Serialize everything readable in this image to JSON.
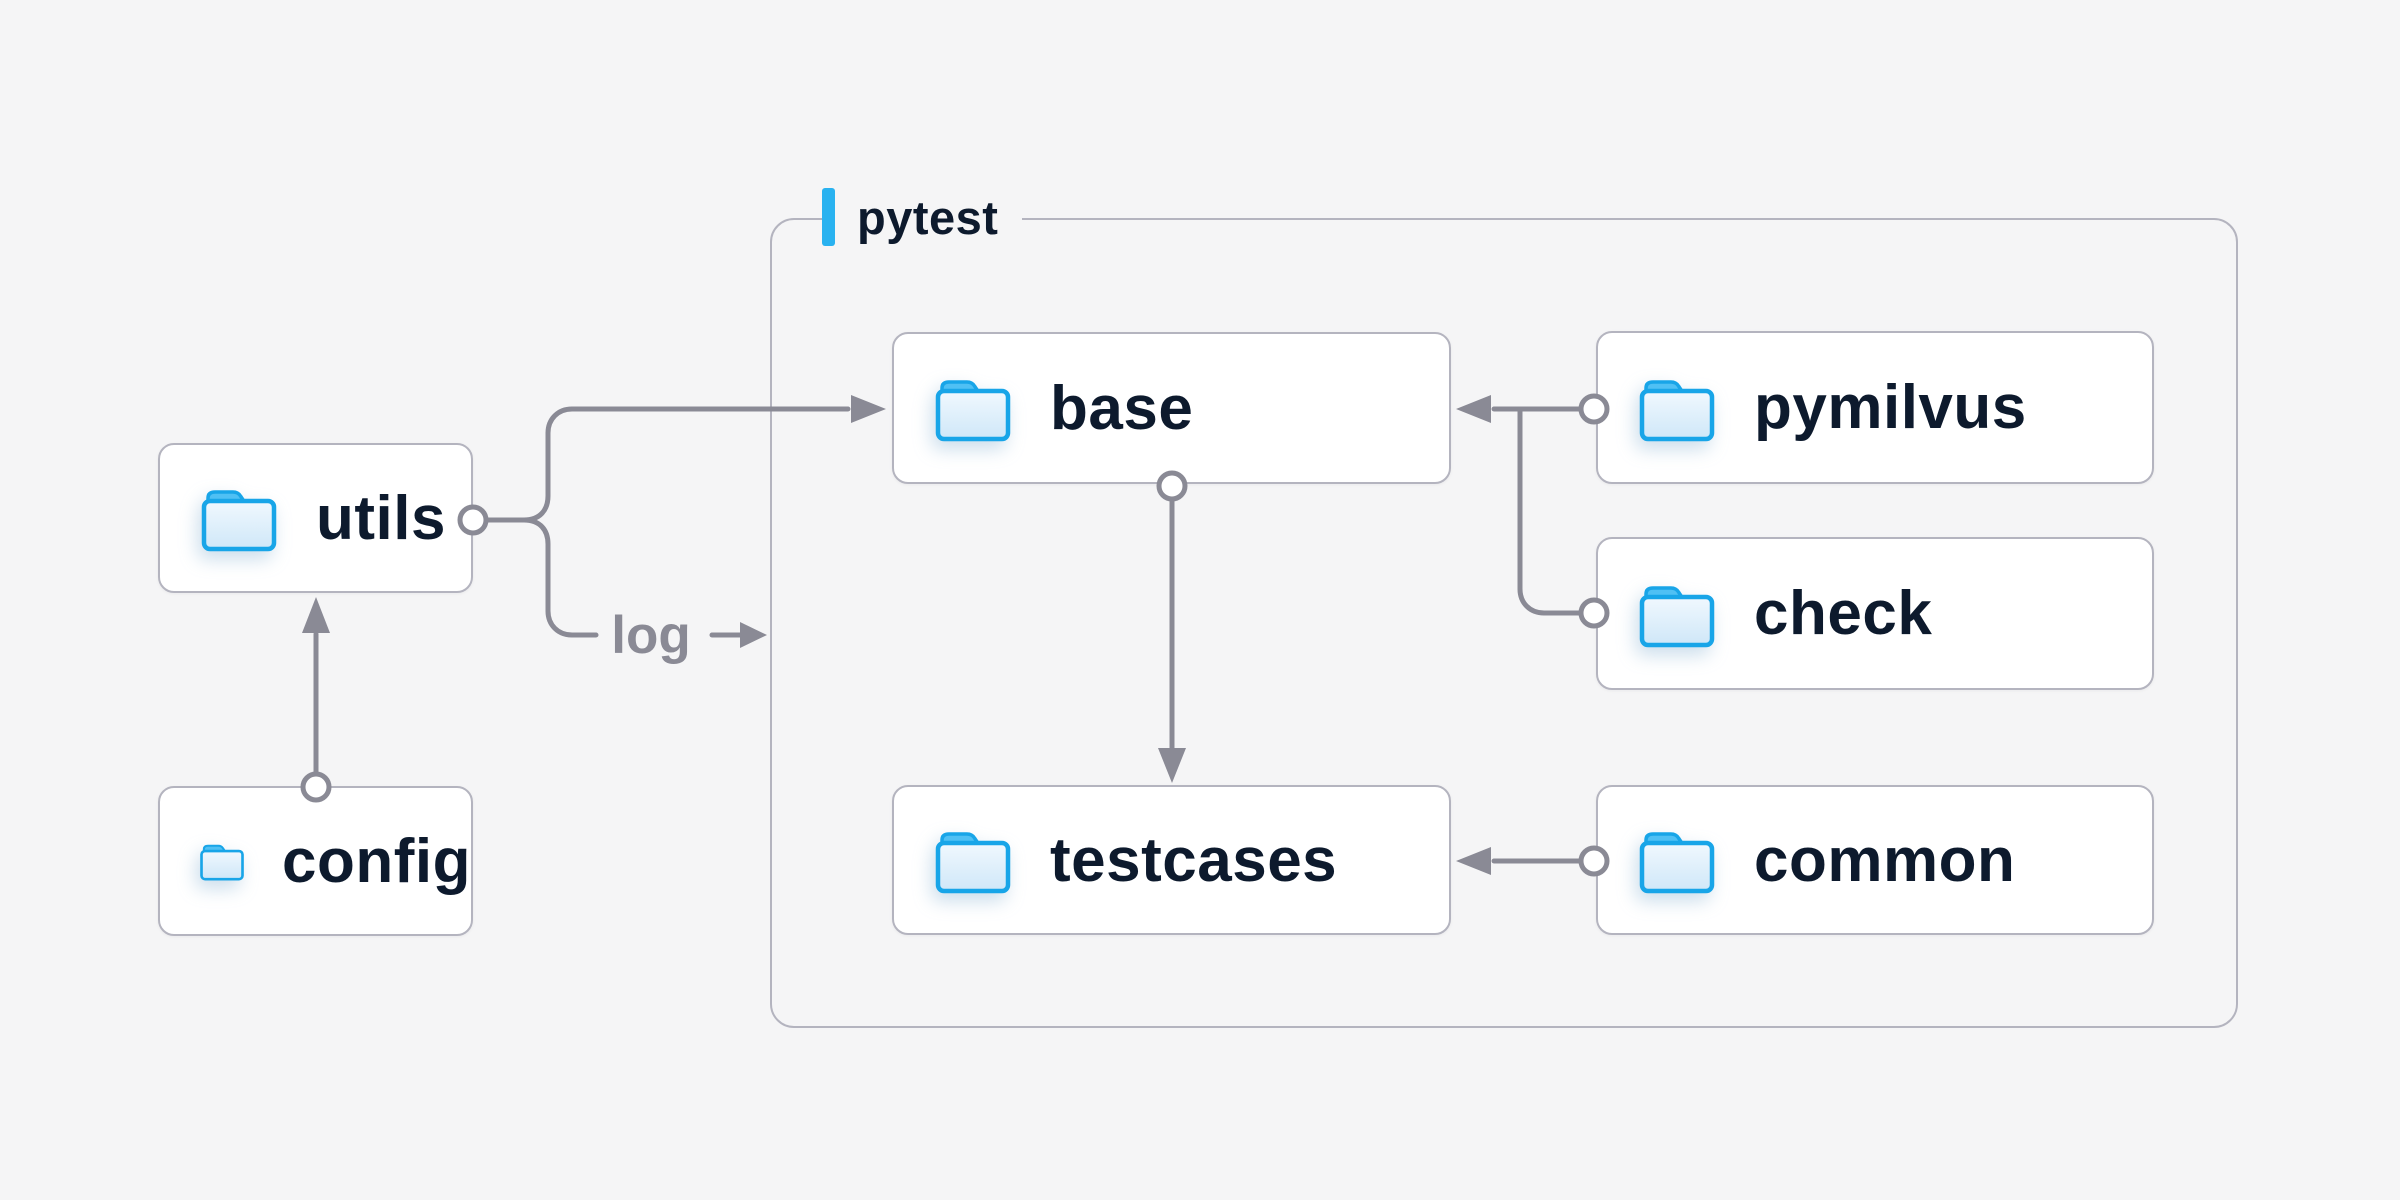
{
  "diagram": {
    "background_color": "#f5f5f6",
    "group": {
      "label": "pytest",
      "accent_color": "#29b2f0",
      "border_color": "#b4b4bf"
    },
    "nodes": {
      "utils": {
        "label": "utils",
        "icon": "folder-icon",
        "inside_group": false
      },
      "config": {
        "label": "config",
        "icon": "folder-icon",
        "inside_group": false
      },
      "base": {
        "label": "base",
        "icon": "folder-icon",
        "inside_group": true
      },
      "pymilvus": {
        "label": "pymilvus",
        "icon": "folder-icon",
        "inside_group": true
      },
      "check": {
        "label": "check",
        "icon": "folder-icon",
        "inside_group": true
      },
      "testcases": {
        "label": "testcases",
        "icon": "folder-icon",
        "inside_group": true
      },
      "common": {
        "label": "common",
        "icon": "folder-icon",
        "inside_group": true
      }
    },
    "edges": [
      {
        "from": "config",
        "to": "utils",
        "type": "arrow"
      },
      {
        "from": "utils",
        "to": "base",
        "type": "arrow"
      },
      {
        "from": "utils",
        "to": "pytest-group",
        "type": "arrow",
        "label": "log"
      },
      {
        "from": "pymilvus",
        "to": "base",
        "type": "arrow"
      },
      {
        "from": "check",
        "to": "base",
        "type": "arrow"
      },
      {
        "from": "base",
        "to": "testcases",
        "type": "arrow"
      },
      {
        "from": "common",
        "to": "testcases",
        "type": "arrow"
      }
    ],
    "labels": {
      "log": "log"
    },
    "colors": {
      "node_fill": "#ffffff",
      "node_border": "#b4b4bf",
      "connector": "#8a8a95",
      "node_text": "#0d1a2d",
      "edge_label_text": "#8a8a95",
      "folder_stroke": "#18a5e8",
      "folder_tab": "#4fc0f4",
      "folder_body_light": "#eef7fe",
      "folder_body_dark": "#cfe7f8"
    }
  }
}
